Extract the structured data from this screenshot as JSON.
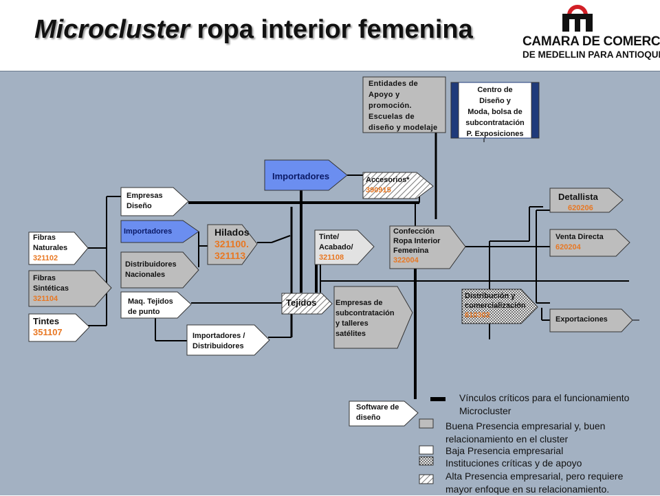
{
  "header": {
    "title_italic": "Microcluster",
    "title_rest": " ropa interior femenina",
    "logo_line1": "CAMARA DE COMERCIO",
    "logo_line2": "DE MEDELLIN PARA ANTIOQUIA"
  },
  "nodes": {
    "fibras_naturales": {
      "label": "Fibras\nNaturales",
      "code": "321102"
    },
    "fibras_sinteticas": {
      "label": "Fibras\nSintéticas",
      "code": "321104"
    },
    "tintes": {
      "label": "Tintes",
      "code": "351107"
    },
    "empresas_diseno": {
      "label": "Empresas\nDiseño"
    },
    "importadores_small": {
      "label": "Importadores"
    },
    "distribuidores_nacionales": {
      "label": "Distribuidores\nNacionales"
    },
    "maq_tejidos": {
      "label": "Maq. Tejidos\nde punto"
    },
    "importadores_distribuidores": {
      "label": "Importadores /\nDistribuidores"
    },
    "hilados": {
      "label": "Hilados",
      "code": "321100.\n321113"
    },
    "importadores_big": {
      "label": "Importadores"
    },
    "tejidos": {
      "label": "Tejidos"
    },
    "tinte_acabado": {
      "label": "Tinte/\nAcabado/",
      "code": "321108"
    },
    "empresas_subcontratacion": {
      "label": "Empresas de\nsubcontratación\ny talleres\n satélites"
    },
    "accesorios": {
      "label": "Accesorios*",
      "code": "390915"
    },
    "entidades_apoyo": {
      "label": "Entidades de\nApoyo y\npromoción.\nEscuelas de\ndiseño y modelaje"
    },
    "centro_diseno": {
      "label": "Centro de\nDiseño y\nModa, bolsa de\nsubcontratación\nP. Exposiciones"
    },
    "confeccion": {
      "label": "Confección\nRopa Interior\nFemenina",
      "code": "322004"
    },
    "software": {
      "label": "Software de\ndiseño"
    },
    "detallista": {
      "label": "Detallista",
      "code": "620206"
    },
    "venta_directa": {
      "label": "Venta Directa",
      "code": "620204"
    },
    "distribucion": {
      "label": "Distribución y\ncomercialización",
      "code": "610302"
    },
    "exportaciones": {
      "label": "Exportaciones"
    }
  },
  "legend": {
    "vinculos": "Vínculos críticos para el funcionamiento\nMicrocluster",
    "buena": "Buena Presencia empresarial y, buen\nrelacionamiento en el cluster",
    "baja": "Baja Presencia empresarial",
    "instituciones": " Instituciones críticas y de apoyo",
    "alta": "Alta Presencia empresarial, pero requiere\n mayor enfoque en su relacionamiento."
  },
  "colors": {
    "background": "#a3b1c2",
    "buena_fill": "#bdbdbd",
    "baja_fill": "#ffffff",
    "importadores_fill": "#6b8ef0",
    "code_orange": "#e87722",
    "centro_border": "#1f3a7a"
  }
}
